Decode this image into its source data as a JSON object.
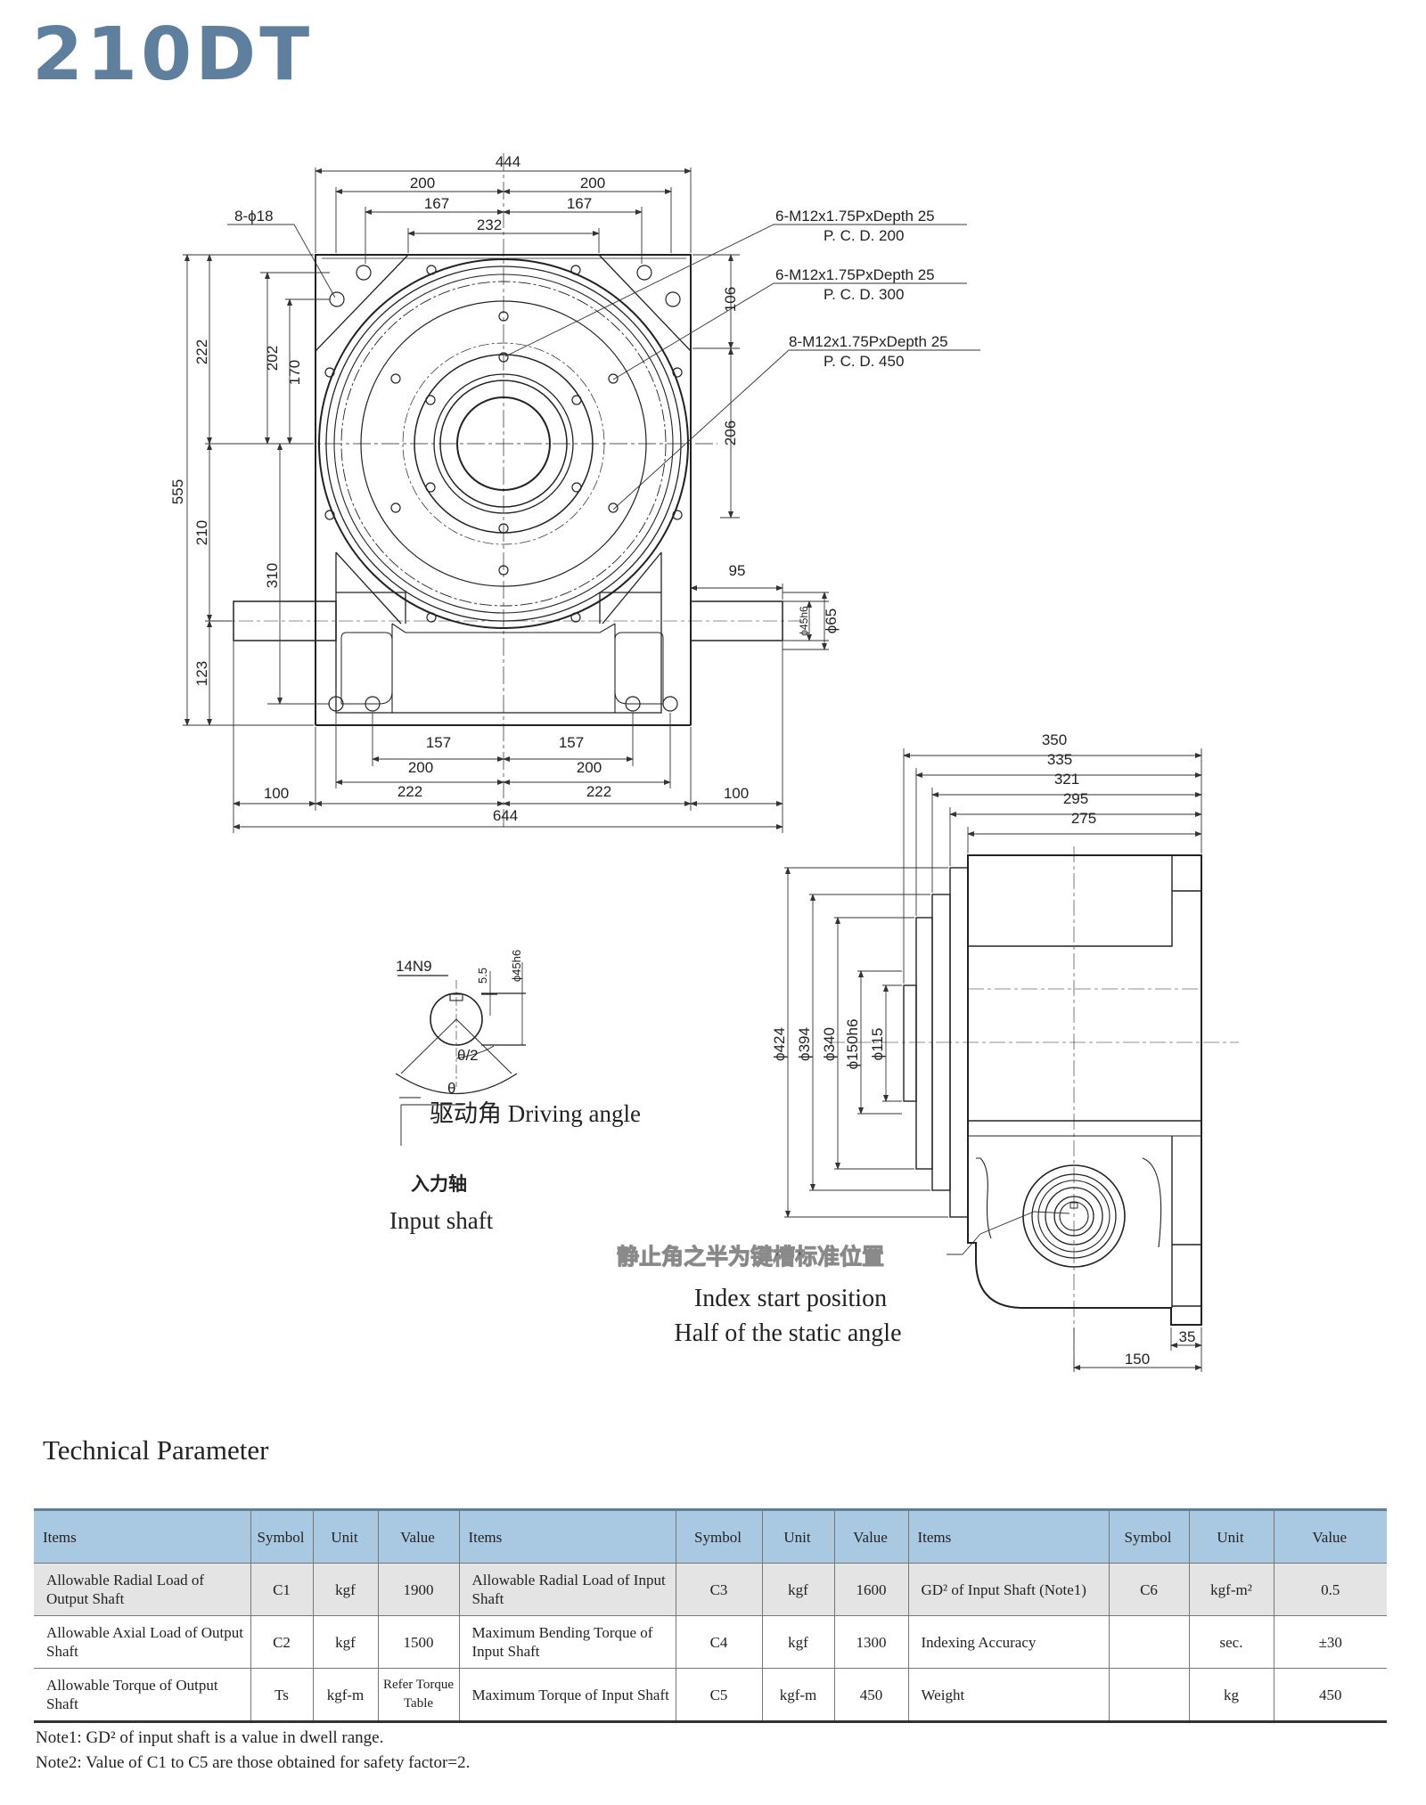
{
  "title": "210DT",
  "front_view": {
    "dims": {
      "top_overall": "444",
      "half_left_200": "200",
      "half_right_200": "200",
      "half_left_167": "167",
      "half_right_167": "167",
      "center_232": "232",
      "mount_holes": "8-ϕ18",
      "height_555": "555",
      "height_222": "222",
      "height_210": "210",
      "height_123": "123",
      "height_202": "202",
      "height_170": "170",
      "height_310": "310",
      "right_106": "106",
      "right_206": "206",
      "shaft_95": "95",
      "shaft_45h6": "ϕ45h6",
      "shaft_65": "ϕ65",
      "bottom_157_left": "157",
      "bottom_157_right": "157",
      "bottom_200_left": "200",
      "bottom_200_right": "200",
      "bottom_222_left": "222",
      "bottom_222_right": "222",
      "bottom_100_left": "100",
      "bottom_100_right": "100",
      "bottom_overall": "644"
    },
    "callouts": [
      {
        "spec": "6-M12x1.75PxDepth 25",
        "pcd": "P. C. D. 200"
      },
      {
        "spec": "6-M12x1.75PxDepth 25",
        "pcd": "P. C. D. 300"
      },
      {
        "spec": "8-M12x1.75PxDepth 25",
        "pcd": "P. C. D. 450"
      }
    ]
  },
  "keyway": {
    "key_width": "14N9",
    "key_depth": "5.5",
    "shaft_dia": "ϕ45h6",
    "half_angle": "θ/2",
    "angle": "θ",
    "driving_angle": "驱动角 Driving angle",
    "input_shaft_cn": "入力轴",
    "input_shaft_en": "Input shaft"
  },
  "side_view": {
    "dims": {
      "w350": "350",
      "w335": "335",
      "w321": "321",
      "w295": "295",
      "w275": "275",
      "d424": "ϕ424",
      "d394": "ϕ394",
      "d340": "ϕ340",
      "d150h6": "ϕ150h6",
      "d115": "ϕ115",
      "b35": "35",
      "b150": "150"
    },
    "index_cn": "静止角之半为键槽标准位置",
    "index_en_1": "Index start position",
    "index_en_2": "Half of the static angle"
  },
  "technical": {
    "heading": "Technical Parameter",
    "headers": [
      "Items",
      "Symbol",
      "Unit",
      "Value",
      "Items",
      "Symbol",
      "Unit",
      "Value",
      "Items",
      "Symbol",
      "Unit",
      "Value"
    ],
    "rows": [
      {
        "item1": "Allowable Radial Load  of Output Shaft",
        "sym1": "C1",
        "unit1": "kgf",
        "val1": "1900",
        "item2": "Allowable Radial Load of Input Shaft",
        "sym2": "C3",
        "unit2": "kgf",
        "val2": "1600",
        "item3": "GD² of Input Shaft (Note1)",
        "sym3": "C6",
        "unit3": "kgf-m²",
        "val3": "0.5"
      },
      {
        "item1": "Allowable Axial Load of Output Shaft",
        "sym1": "C2",
        "unit1": "kgf",
        "val1": "1500",
        "item2": "Maximum Bending Torque of Input Shaft",
        "sym2": "C4",
        "unit2": "kgf",
        "val2": "1300",
        "item3": "Indexing Accuracy",
        "sym3": "",
        "unit3": "sec.",
        "val3": "±30"
      },
      {
        "item1": "Allowable Torque of Output Shaft",
        "sym1": "Ts",
        "unit1": "kgf-m",
        "val1": "Refer Torque Table",
        "item2": "Maximum Torque of Input Shaft",
        "sym2": "C5",
        "unit2": "kgf-m",
        "val2": "450",
        "item3": "Weight",
        "sym3": "",
        "unit3": "kg",
        "val3": "450"
      }
    ],
    "notes": [
      "Note1: GD² of input shaft is a value in dwell range.",
      "Note2: Value of  C1 to C5 are those obtained for safety factor=2."
    ]
  }
}
